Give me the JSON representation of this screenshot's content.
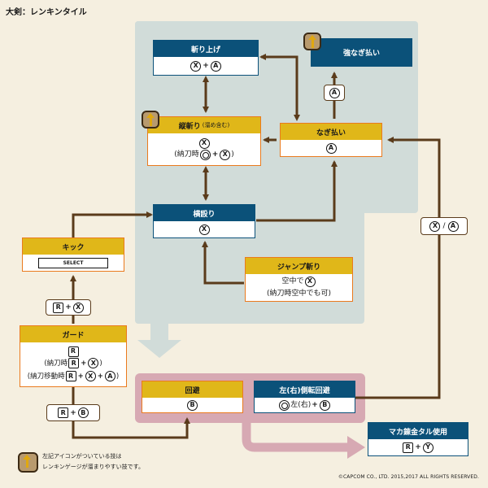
{
  "page": {
    "title": "大剣：レンキンタイル",
    "copyright": "©CAPCOM CO., LTD. 2015,2017 ALL RIGHTS RESERVED.",
    "legend": {
      "icon": "renkin-gauge-icon",
      "line1": "左記アイコンがついている技は",
      "line2": "レンキンゲージが溜まりやすい技です。"
    }
  },
  "colors": {
    "background": "#f5efe0",
    "main_zone": "#d1dcd9",
    "evade_zone": "#d7a9b3",
    "blue_header": "#0b5179",
    "gold_header": "#e0b719",
    "gold_border": "#ea7a1e",
    "arrow": "#5a3b1b"
  },
  "nodes": {
    "kiriage": {
      "title": "斬り上げ",
      "input": [
        "X",
        "+",
        "A"
      ]
    },
    "kyo_nagibarai": {
      "title": "強なぎ払い",
      "gauge": true
    },
    "tategiri": {
      "title": "縦斬り",
      "note": "(溜め含む)",
      "line1": [
        "X"
      ],
      "line2_prefix": "(納刀時",
      "line2": [
        "L",
        "+",
        "X"
      ],
      "line2_suffix": ")",
      "gauge": true
    },
    "nagibarai": {
      "title": "なぎ払い",
      "input": [
        "A"
      ]
    },
    "yokonaguri": {
      "title": "横殴り",
      "input": [
        "X"
      ]
    },
    "jump": {
      "title": "ジャンプ斬り",
      "line1_prefix": "空中で",
      "line1": [
        "X"
      ],
      "line2": "(納刀時空中でも可)"
    },
    "kick": {
      "title": "キック",
      "input": "SELECT"
    },
    "guard": {
      "title": "ガード",
      "line1": [
        "R"
      ],
      "line2_prefix": "(納刀時",
      "line2": [
        "R",
        "+",
        "X"
      ],
      "line2_suffix": ")",
      "line3_prefix": "(納刀移動時",
      "line3": [
        "R",
        "+",
        "X",
        "+",
        "A"
      ],
      "line3_suffix": ")"
    },
    "kaihi": {
      "title": "回避",
      "input": [
        "B"
      ]
    },
    "sokuten": {
      "title": "左(右)側転回避",
      "input_prefix_stick": "L",
      "input_text": "左(右)",
      "input": [
        "+",
        "B"
      ]
    },
    "maka": {
      "title": "マカ錬金タル使用",
      "input": [
        "R",
        "+",
        "Y"
      ]
    }
  },
  "edge_labels": {
    "nagi_to_kyo": "A",
    "guard_to_kick": [
      "R",
      "+",
      "X"
    ],
    "guard_to_kaihi": [
      "R",
      "+",
      "B"
    ],
    "sokuten_to_nagi": [
      "X",
      "/",
      "A"
    ]
  }
}
